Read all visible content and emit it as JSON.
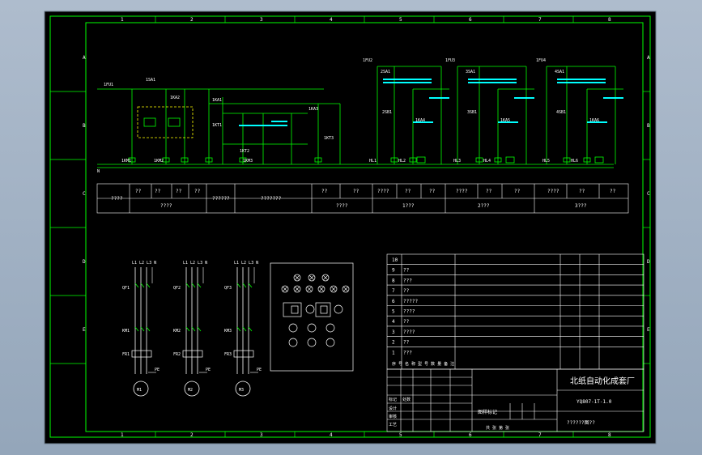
{
  "frame": {
    "col_numbers": [
      "1",
      "2",
      "3",
      "4",
      "5",
      "6",
      "7",
      "8"
    ],
    "row_letters": [
      "A",
      "B",
      "C",
      "D",
      "E"
    ]
  },
  "schematic_labels": {
    "left_feed": "1FU1",
    "left_switch": "1SA1",
    "feed_2": "1FU2",
    "feed_3": "1FU3",
    "feed_4": "1FU4",
    "bus": "N",
    "km": [
      "1KA1",
      "1KA2",
      "1KA3",
      "1KM1",
      "1KM2",
      "1KM3"
    ],
    "sa": [
      "2SA1",
      "3SA1",
      "4SA1",
      "2SB1",
      "3SB1",
      "4SB1"
    ],
    "ka": [
      "1KA4",
      "1KA5",
      "1KA6",
      "1KT1",
      "1KT2",
      "1KT3"
    ],
    "hl": [
      "HL1",
      "HL2",
      "HL3",
      "HL4",
      "HL5",
      "HL6"
    ]
  },
  "function_table": {
    "top_cells": [
      "????",
      "??",
      "??",
      "??",
      "??",
      "??????",
      "???????",
      "??",
      "??",
      "????",
      "??",
      "??",
      "????",
      "??",
      "??",
      "????",
      "??",
      "??"
    ],
    "bottom_cells": [
      "????",
      "????",
      "1???",
      "2???",
      "3???"
    ]
  },
  "motor_circuits": [
    {
      "phases": "L1 L2 L3 N",
      "breaker": "QF1",
      "contactor": "KM1",
      "relay": "FR1",
      "motor": "M1",
      "pe": "PE"
    },
    {
      "phases": "L1 L2 L3 N",
      "breaker": "QF2",
      "contactor": "KM2",
      "relay": "FR2",
      "motor": "M2",
      "pe": "PE"
    },
    {
      "phases": "L1 L2 L3 N",
      "breaker": "QF3",
      "contactor": "KM3",
      "relay": "FR3",
      "motor": "M3",
      "pe": "PE"
    }
  ],
  "parts_list": [
    {
      "no": "10",
      "name": "",
      "spec": "",
      "qty": "",
      "note": ""
    },
    {
      "no": "9",
      "name": "??",
      "spec": "",
      "qty": "",
      "note": ""
    },
    {
      "no": "8",
      "name": "???",
      "spec": "",
      "qty": "",
      "note": ""
    },
    {
      "no": "7",
      "name": "??",
      "spec": "",
      "qty": "",
      "note": ""
    },
    {
      "no": "6",
      "name": "?????",
      "spec": "",
      "qty": "",
      "note": ""
    },
    {
      "no": "5",
      "name": "????",
      "spec": "",
      "qty": "",
      "note": ""
    },
    {
      "no": "4",
      "name": "??",
      "spec": "",
      "qty": "",
      "note": ""
    },
    {
      "no": "3",
      "name": "????",
      "spec": "",
      "qty": "",
      "note": ""
    },
    {
      "no": "2",
      "name": "??",
      "spec": "",
      "qty": "",
      "note": ""
    },
    {
      "no": "1",
      "name": "???",
      "spec": "",
      "qty": "",
      "note": ""
    }
  ],
  "title_block": {
    "company": "北纸自动化成套厂",
    "drawing_no": "YQ807-1T-1.0",
    "title_row": "??????图??",
    "header_row": "序 号  名  称  型 号  数 量  备 注",
    "left_labels": [
      "标记",
      "处数",
      "设计",
      "审核",
      "工艺"
    ],
    "middle_label": "图样标记",
    "sheet": "共 张 第 张"
  },
  "colors": {
    "background": "#000000",
    "line": "#00ff00",
    "text": "#ffffff",
    "highlight": "#00ffff",
    "window": "#aebccd"
  }
}
